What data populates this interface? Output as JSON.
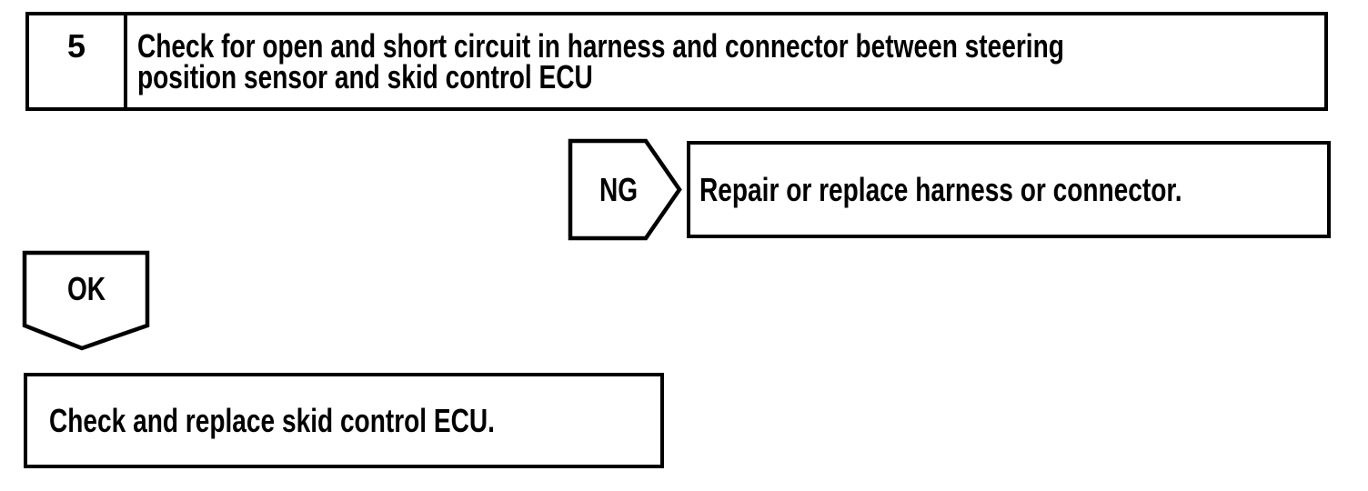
{
  "colors": {
    "ink": "#000000",
    "paper": "#ffffff"
  },
  "flowchart": {
    "step": {
      "number": "5",
      "title_line1": "Check for open and short circuit in harness and connector between steering",
      "title_line2": "position sensor and skid control ECU"
    },
    "ng_branch": {
      "label": "NG",
      "action": "Repair or replace harness or connector."
    },
    "ok_branch": {
      "label": "OK",
      "action": "Check and replace skid control ECU."
    }
  }
}
